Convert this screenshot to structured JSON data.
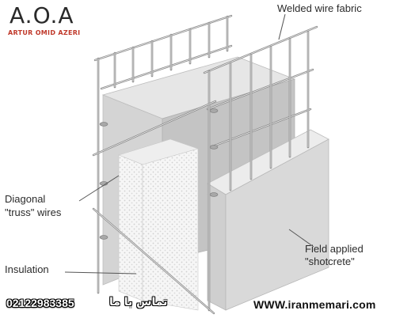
{
  "logo": {
    "main": "A.O.A",
    "sub": "Artur Omid Azeri"
  },
  "labels": {
    "welded_wire_fabric": "Welded wire fabric",
    "diagonal_line1": "Diagonal",
    "diagonal_line2": "\"truss\" wires",
    "insulation": "Insulation",
    "field_applied_line1": "Field applied",
    "field_applied_line2": "\"shotcrete\""
  },
  "watermark": {
    "phone": "02122983385",
    "contact_fa": "تماس با ما",
    "website": "WWW.iranmemari.com"
  },
  "colors": {
    "concrete_front": "#d6d6d6",
    "concrete_top": "#e8e8e8",
    "concrete_side": "#b9b9b9",
    "insulation": "#f4f4f4",
    "wire": "#9a9a9a",
    "leader": "#555555",
    "logo_sub": "#c0392b"
  }
}
